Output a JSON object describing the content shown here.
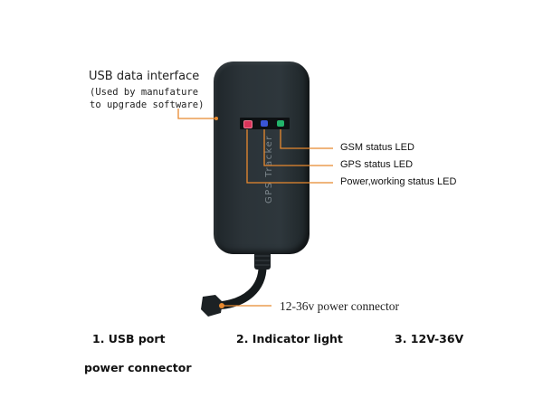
{
  "diagram": {
    "usb_interface": {
      "title": "USB data interface",
      "subtitle": "(Used by manufature\nto upgrade software)"
    },
    "device": {
      "brand_text": "GPS Tracker",
      "body_color": "#2b3338",
      "leds": [
        {
          "name": "power",
          "color": "#d9345a"
        },
        {
          "name": "gps",
          "color": "#3a55d6"
        },
        {
          "name": "gsm",
          "color": "#22b36a"
        }
      ]
    },
    "led_labels": {
      "gsm": "GSM status LED",
      "gps": "GPS status LED",
      "power": "Power,working status LED"
    },
    "power_connector_label": "12-36v power connector",
    "leader_line_color": "#e8892f"
  },
  "captions": {
    "item1": "1. USB port",
    "item2": "2. Indicator light",
    "item3": "3. 12V-36V",
    "item3_cont": "power connector"
  }
}
